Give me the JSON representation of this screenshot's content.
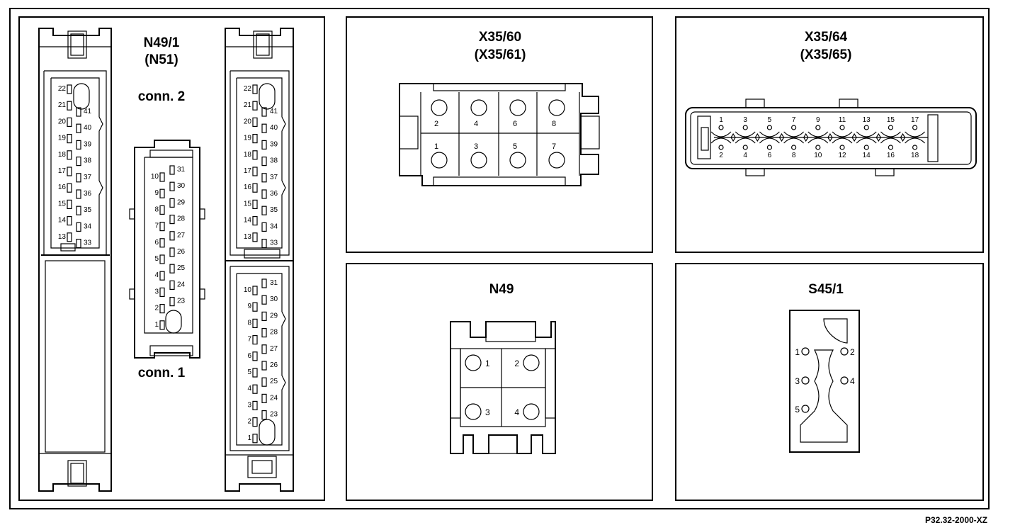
{
  "figure_code": "P32.32-2000-XZ",
  "panels": {
    "n49_1": {
      "title": "N49/1",
      "subtitle": "(N51)",
      "conn2_label": "conn. 2",
      "conn1_label": "conn. 1"
    },
    "x35_60": {
      "title": "X35/60",
      "subtitle": "(X35/61)"
    },
    "x35_64": {
      "title": "X35/64",
      "subtitle": "(X35/65)"
    },
    "n49": {
      "title": "N49"
    },
    "s45_1": {
      "title": "S45/1"
    }
  },
  "pins": {
    "conn2_left": [
      "22",
      "21",
      "20",
      "19",
      "18",
      "17",
      "16",
      "15",
      "14",
      "13"
    ],
    "conn2_right": [
      "41",
      "40",
      "39",
      "38",
      "37",
      "36",
      "35",
      "34",
      "33"
    ],
    "conn1_left": [
      "10",
      "9",
      "8",
      "7",
      "6",
      "5",
      "4",
      "3",
      "2",
      "1"
    ],
    "conn1_right": [
      "31",
      "30",
      "29",
      "28",
      "27",
      "26",
      "25",
      "24",
      "23"
    ],
    "x35_60_top": [
      "2",
      "4",
      "6",
      "8"
    ],
    "x35_60_bottom": [
      "1",
      "3",
      "5",
      "7"
    ],
    "x35_64_top": [
      "1",
      "3",
      "5",
      "7",
      "9",
      "11",
      "13",
      "15",
      "17"
    ],
    "x35_64_bottom": [
      "2",
      "4",
      "6",
      "8",
      "10",
      "12",
      "14",
      "16",
      "18"
    ],
    "n49": [
      "1",
      "2",
      "3",
      "4"
    ],
    "s45_1": [
      "1",
      "2",
      "3",
      "4",
      "5"
    ]
  }
}
